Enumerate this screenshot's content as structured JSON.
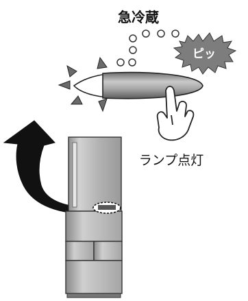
{
  "labels": {
    "mode_name": "急冷蔵",
    "sound": "ピッ",
    "lamp_on": "ランプ点灯"
  },
  "colors": {
    "button_fill": "#8a8a8a",
    "fridge_body": "#b5b5b5",
    "arrow": "#111111",
    "burst": "#7d7d7d"
  },
  "icons": {
    "pointing_hand": "pointing-hand-icon",
    "curved_arrow": "curved-arrow-up-icon",
    "burst": "sound-burst-icon"
  }
}
